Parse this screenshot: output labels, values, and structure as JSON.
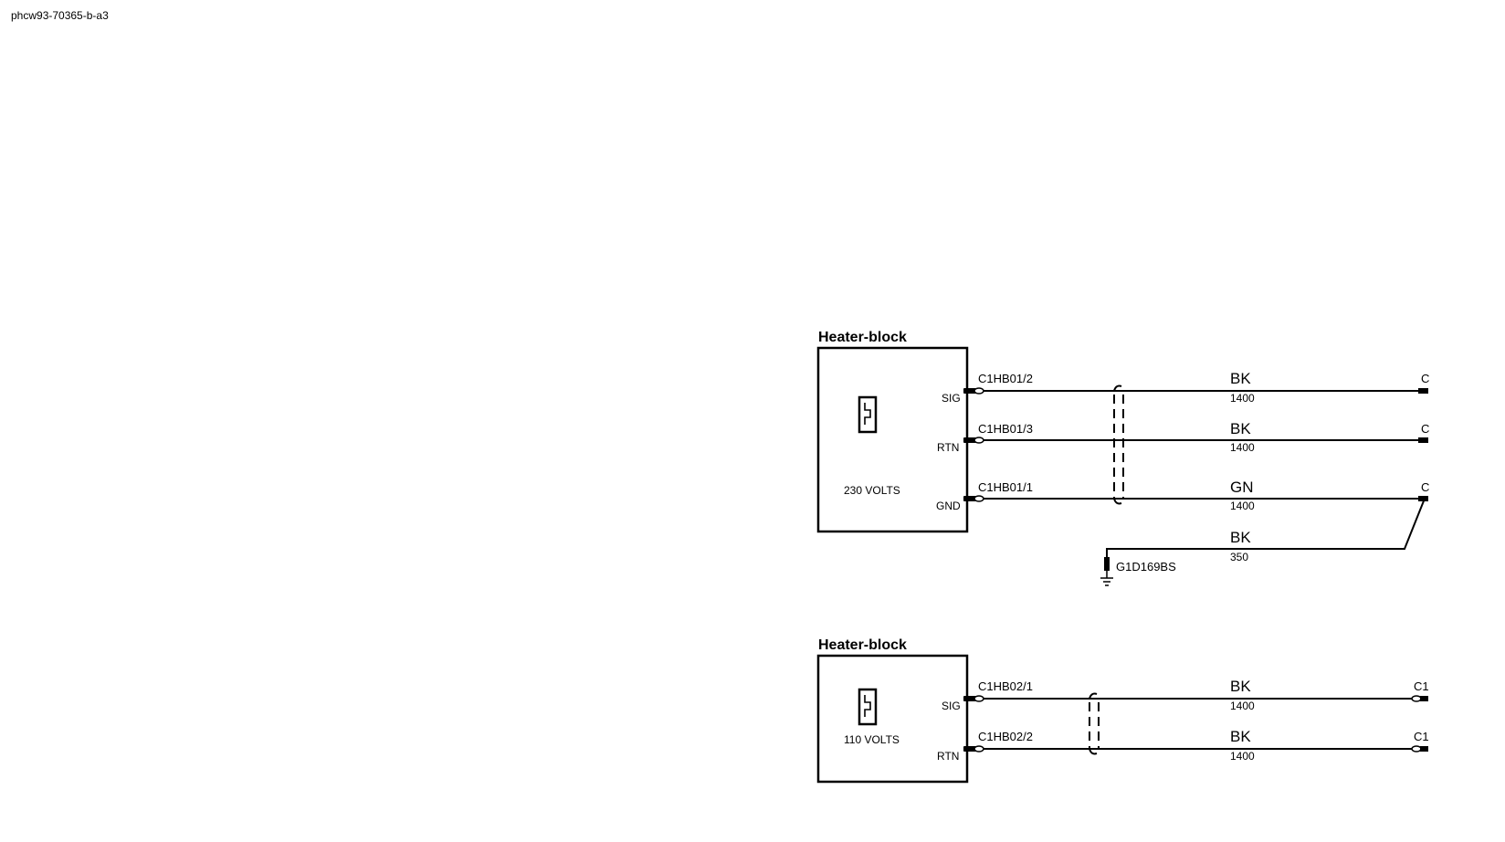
{
  "drawing_ref": "phcw93-70365-b-a3",
  "blocks": [
    {
      "title": "Heater-block",
      "voltage": "230 VOLTS",
      "pins": [
        {
          "pin": "SIG",
          "connector": "C1HB01/2",
          "wire_color": "BK",
          "wire_size": "1400",
          "far_end": "C"
        },
        {
          "pin": "RTN",
          "connector": "C1HB01/3",
          "wire_color": "BK",
          "wire_size": "1400",
          "far_end": "C"
        },
        {
          "pin": "GND",
          "connector": "C1HB01/1",
          "wire_color": "GN",
          "wire_size": "1400",
          "far_end": "C"
        }
      ],
      "ground_wire": {
        "wire_color": "BK",
        "wire_size": "350",
        "ground_ref": "G1D169BS"
      }
    },
    {
      "title": "Heater-block",
      "voltage": "110 VOLTS",
      "pins": [
        {
          "pin": "SIG",
          "connector": "C1HB02/1",
          "wire_color": "BK",
          "wire_size": "1400",
          "far_end": "C1"
        },
        {
          "pin": "RTN",
          "connector": "C1HB02/2",
          "wire_color": "BK",
          "wire_size": "1400",
          "far_end": "C1"
        }
      ]
    }
  ]
}
